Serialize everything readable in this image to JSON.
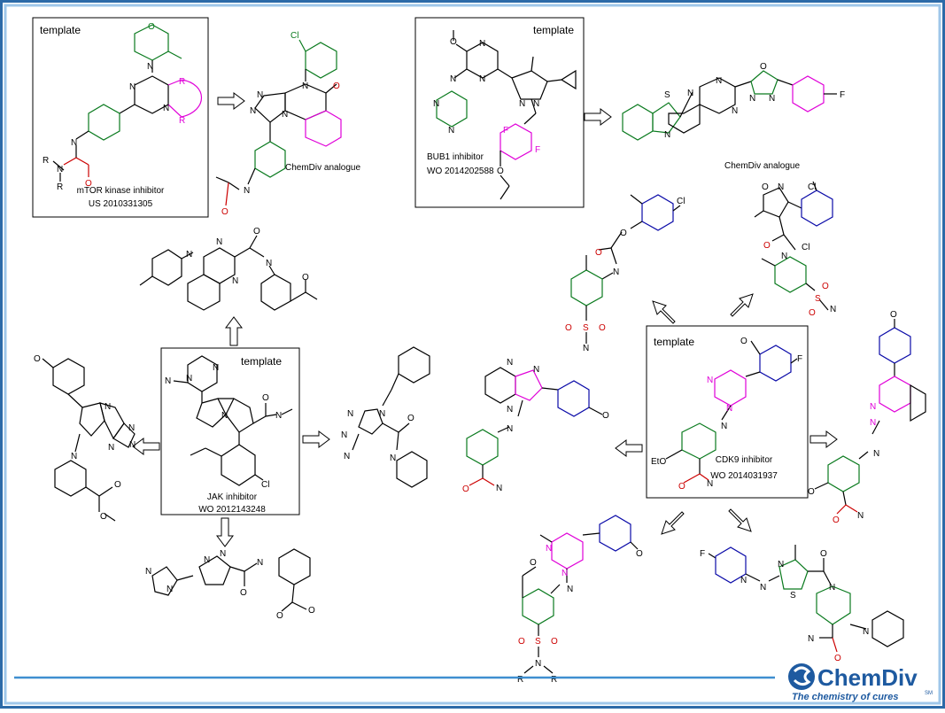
{
  "colors": {
    "frame_outer": "#2c6aa8",
    "frame_inner": "#9fc7ea",
    "bond": "#000000",
    "green": "#0a7a1e",
    "magenta": "#e000d8",
    "blue": "#0a0aa8",
    "red": "#cc0000",
    "arrow": "#000000",
    "footer_line": "#3f8fd0",
    "brand": "#1e5aa0"
  },
  "panels": {
    "mtor": {
      "tag": "template",
      "name": "mTOR kinase inhibitor",
      "patent": "US 2010331305"
    },
    "bub1": {
      "tag": "template",
      "name": "BUB1 inhibitor",
      "patent": "WO 2014202588"
    },
    "jak": {
      "tag": "template",
      "name": "JAK inhibitor",
      "patent": "WO 2012143248"
    },
    "cdk9": {
      "tag": "template",
      "name": "CDK9 inhibitor",
      "patent": "WO 2014031937"
    }
  },
  "analogue_labels": {
    "mtor": "ChemDiv analogue",
    "bub1": "ChemDiv analogue"
  },
  "atoms": {
    "N": "N",
    "O": "O",
    "S": "S",
    "F": "F",
    "Cl": "Cl",
    "R": "R",
    "EtO": "EtO"
  },
  "brand": {
    "name": "ChemDiv",
    "tagline": "The chemistry of cures",
    "mark": "SM"
  }
}
